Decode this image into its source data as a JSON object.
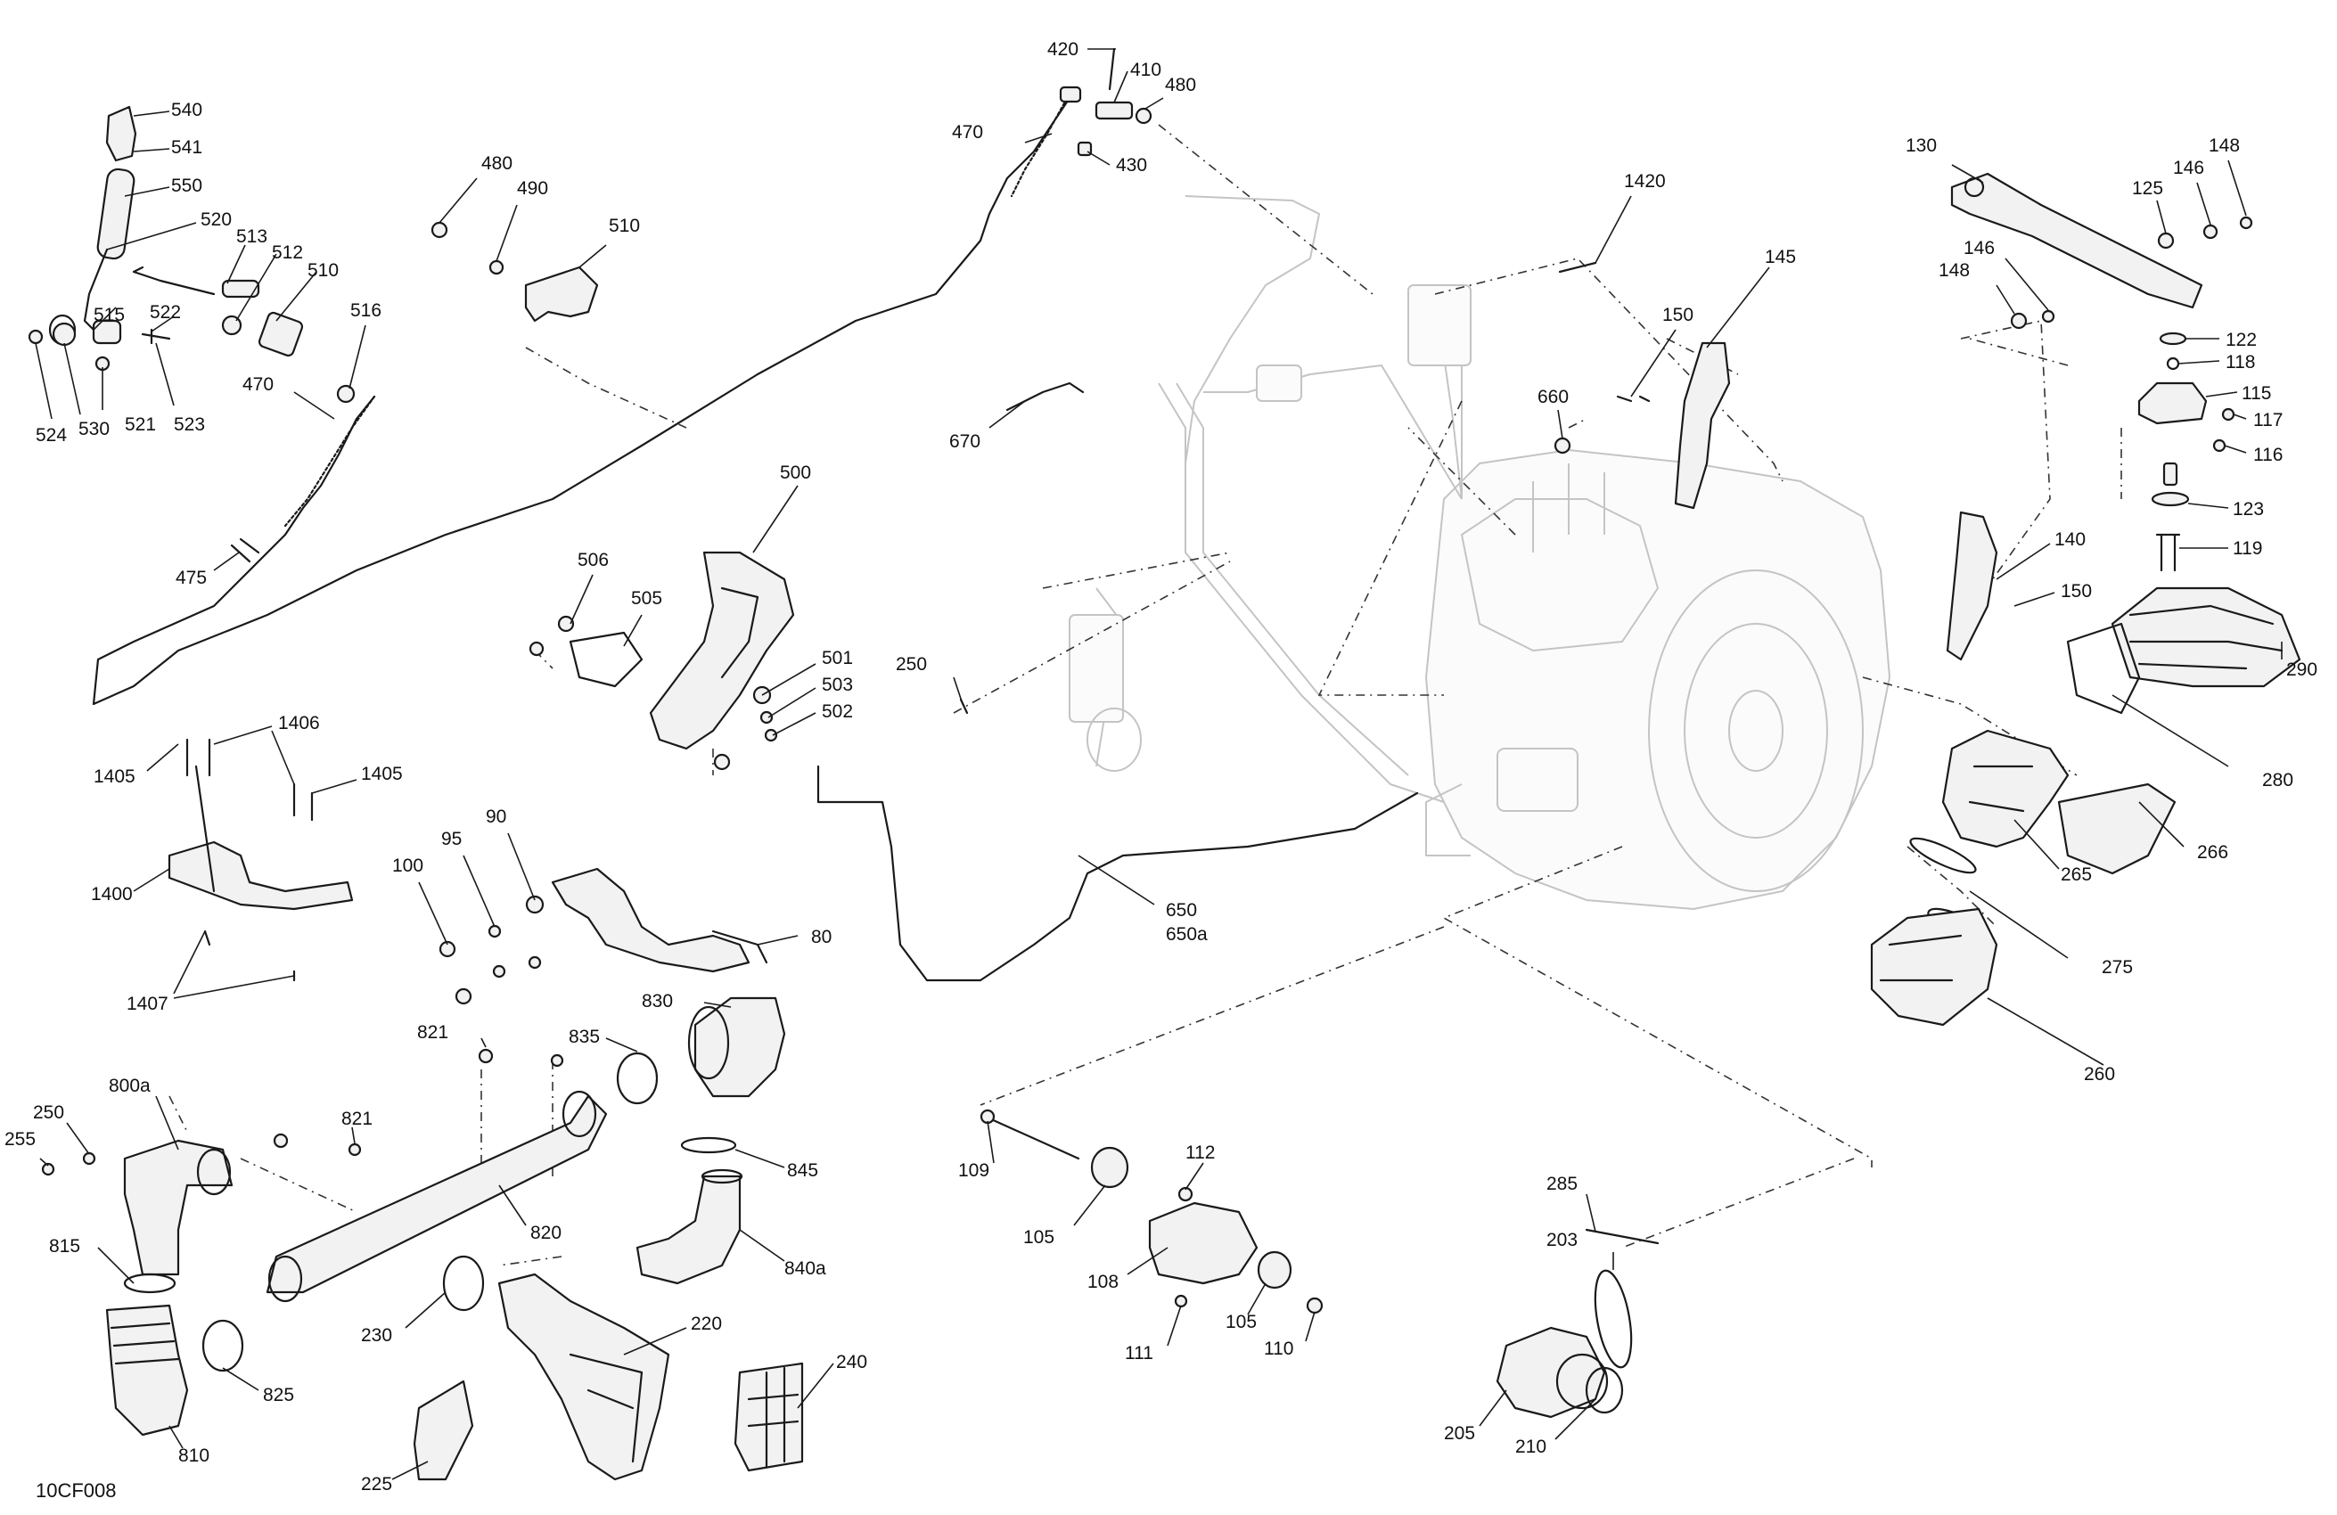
{
  "drawing_code": "10CF008",
  "callouts": [
    {
      "id": "c540",
      "text": "540"
    },
    {
      "id": "c541",
      "text": "541"
    },
    {
      "id": "c550",
      "text": "550"
    },
    {
      "id": "c520",
      "text": "520"
    },
    {
      "id": "c513",
      "text": "513"
    },
    {
      "id": "c512",
      "text": "512"
    },
    {
      "id": "c510a",
      "text": "510"
    },
    {
      "id": "c515",
      "text": "515"
    },
    {
      "id": "c522",
      "text": "522"
    },
    {
      "id": "c524",
      "text": "524"
    },
    {
      "id": "c530",
      "text": "530"
    },
    {
      "id": "c521",
      "text": "521"
    },
    {
      "id": "c523",
      "text": "523"
    },
    {
      "id": "c516",
      "text": "516"
    },
    {
      "id": "c470a",
      "text": "470"
    },
    {
      "id": "c475",
      "text": "475"
    },
    {
      "id": "c480a",
      "text": "480"
    },
    {
      "id": "c490",
      "text": "490"
    },
    {
      "id": "c510b",
      "text": "510"
    },
    {
      "id": "c420",
      "text": "420"
    },
    {
      "id": "c410",
      "text": "410"
    },
    {
      "id": "c480b",
      "text": "480"
    },
    {
      "id": "c470b",
      "text": "470"
    },
    {
      "id": "c430",
      "text": "430"
    },
    {
      "id": "c1420",
      "text": "1420"
    },
    {
      "id": "c670",
      "text": "670"
    },
    {
      "id": "c500",
      "text": "500"
    },
    {
      "id": "c506",
      "text": "506"
    },
    {
      "id": "c505",
      "text": "505"
    },
    {
      "id": "c501",
      "text": "501"
    },
    {
      "id": "c503",
      "text": "503"
    },
    {
      "id": "c502",
      "text": "502"
    },
    {
      "id": "c250a",
      "text": "250"
    },
    {
      "id": "c1405a",
      "text": "1405"
    },
    {
      "id": "c1406",
      "text": "1406"
    },
    {
      "id": "c1405b",
      "text": "1405"
    },
    {
      "id": "c1400",
      "text": "1400"
    },
    {
      "id": "c1407",
      "text": "1407"
    },
    {
      "id": "c100",
      "text": "100"
    },
    {
      "id": "c95",
      "text": "95"
    },
    {
      "id": "c90",
      "text": "90"
    },
    {
      "id": "c80",
      "text": "80"
    },
    {
      "id": "c650",
      "text": "650"
    },
    {
      "id": "c650a",
      "text": "650a"
    },
    {
      "id": "c660",
      "text": "660"
    },
    {
      "id": "c150a",
      "text": "150"
    },
    {
      "id": "c145",
      "text": "145"
    },
    {
      "id": "c130",
      "text": "130"
    },
    {
      "id": "c125",
      "text": "125"
    },
    {
      "id": "c146a",
      "text": "146"
    },
    {
      "id": "c148a",
      "text": "148"
    },
    {
      "id": "c148b",
      "text": "148"
    },
    {
      "id": "c146b",
      "text": "146"
    },
    {
      "id": "c122",
      "text": "122"
    },
    {
      "id": "c118",
      "text": "118"
    },
    {
      "id": "c115",
      "text": "115"
    },
    {
      "id": "c117",
      "text": "117"
    },
    {
      "id": "c116",
      "text": "116"
    },
    {
      "id": "c123",
      "text": "123"
    },
    {
      "id": "c119",
      "text": "119"
    },
    {
      "id": "c140",
      "text": "140"
    },
    {
      "id": "c150b",
      "text": "150"
    },
    {
      "id": "c290",
      "text": "290"
    },
    {
      "id": "c280",
      "text": "280"
    },
    {
      "id": "c266",
      "text": "266"
    },
    {
      "id": "c265",
      "text": "265"
    },
    {
      "id": "c275",
      "text": "275"
    },
    {
      "id": "c260",
      "text": "260"
    },
    {
      "id": "c821a",
      "text": "821"
    },
    {
      "id": "c835",
      "text": "835"
    },
    {
      "id": "c830",
      "text": "830"
    },
    {
      "id": "c800a",
      "text": "800a"
    },
    {
      "id": "c250b",
      "text": "250"
    },
    {
      "id": "c255",
      "text": "255"
    },
    {
      "id": "c821b",
      "text": "821"
    },
    {
      "id": "c845",
      "text": "845"
    },
    {
      "id": "c820",
      "text": "820"
    },
    {
      "id": "c840a",
      "text": "840a"
    },
    {
      "id": "c815",
      "text": "815"
    },
    {
      "id": "c230",
      "text": "230"
    },
    {
      "id": "c220",
      "text": "220"
    },
    {
      "id": "c240",
      "text": "240"
    },
    {
      "id": "c825",
      "text": "825"
    },
    {
      "id": "c810",
      "text": "810"
    },
    {
      "id": "c225",
      "text": "225"
    },
    {
      "id": "c109",
      "text": "109"
    },
    {
      "id": "c112",
      "text": "112"
    },
    {
      "id": "c105a",
      "text": "105"
    },
    {
      "id": "c108",
      "text": "108"
    },
    {
      "id": "c105b",
      "text": "105"
    },
    {
      "id": "c111",
      "text": "111"
    },
    {
      "id": "c110",
      "text": "110"
    },
    {
      "id": "c285",
      "text": "285"
    },
    {
      "id": "c203",
      "text": "203"
    },
    {
      "id": "c205",
      "text": "205"
    },
    {
      "id": "c210",
      "text": "210"
    }
  ]
}
